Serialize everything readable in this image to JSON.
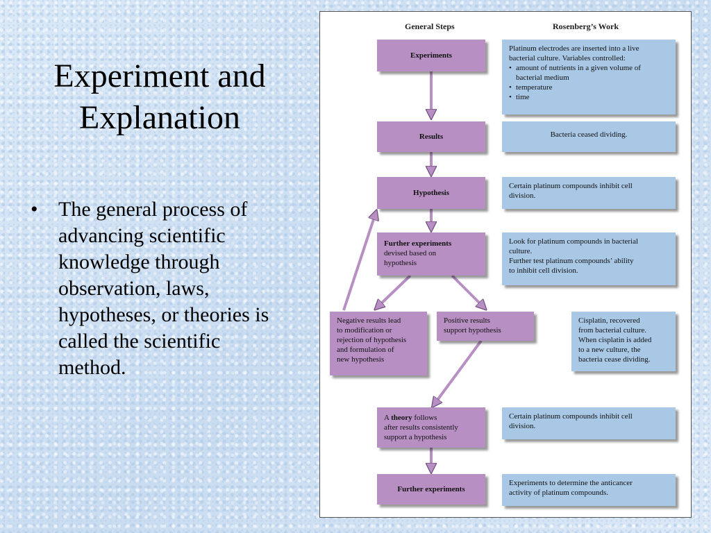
{
  "title": "Experiment and Explanation",
  "bullets": [
    "The general process of advancing scientific knowledge through observation, laws, hypotheses, or theories is called the scientific method."
  ],
  "figure": {
    "col_general": "General Steps",
    "col_rosenberg": "Rosenberg’s Work",
    "steps": {
      "experiments": "Experiments",
      "results": "Results",
      "hypothesis": "Hypothesis",
      "further_experiments_bold": "Further experiments",
      "further_experiments_rest_1": "devised based on",
      "further_experiments_rest_2": "hypothesis",
      "negative": [
        "Negative results lead",
        "to modification or",
        "rejection of hypothesis",
        "and formulation of",
        "new hypothesis"
      ],
      "positive": [
        "Positive results",
        "support hypothesis"
      ],
      "theory_pre": "A",
      "theory_bold": "theory",
      "theory_post": "follows",
      "theory_lines": [
        "after results consistently",
        "support a hypothesis"
      ],
      "further_experiments_final": "Further experiments"
    },
    "work": {
      "experiments_intro": [
        "Platinum electrodes are inserted into a live",
        "bacterial culture. Variables controlled:"
      ],
      "experiments_vars": [
        [
          "amount of nutrients in a given volume of",
          "bacterial medium"
        ],
        [
          "temperature"
        ],
        [
          "time"
        ]
      ],
      "results": "Bacteria ceased dividing.",
      "hypothesis": [
        "Certain platinum compounds inhibit cell",
        "division."
      ],
      "further_1": [
        "Look for platinum compounds in bacterial",
        "culture."
      ],
      "further_2": [
        "Further test platinum compounds’ ability",
        "to inhibit cell division."
      ],
      "cisplatin": [
        "Cisplatin, recovered",
        "from bacterial culture.",
        "When cisplatin is added",
        "to a new culture, the",
        "bacteria cease dividing."
      ],
      "theory": [
        "Certain platinum compounds inhibit cell",
        "division."
      ],
      "final": [
        "Experiments to determine the anticancer",
        "activity of platinum compounds."
      ]
    }
  }
}
